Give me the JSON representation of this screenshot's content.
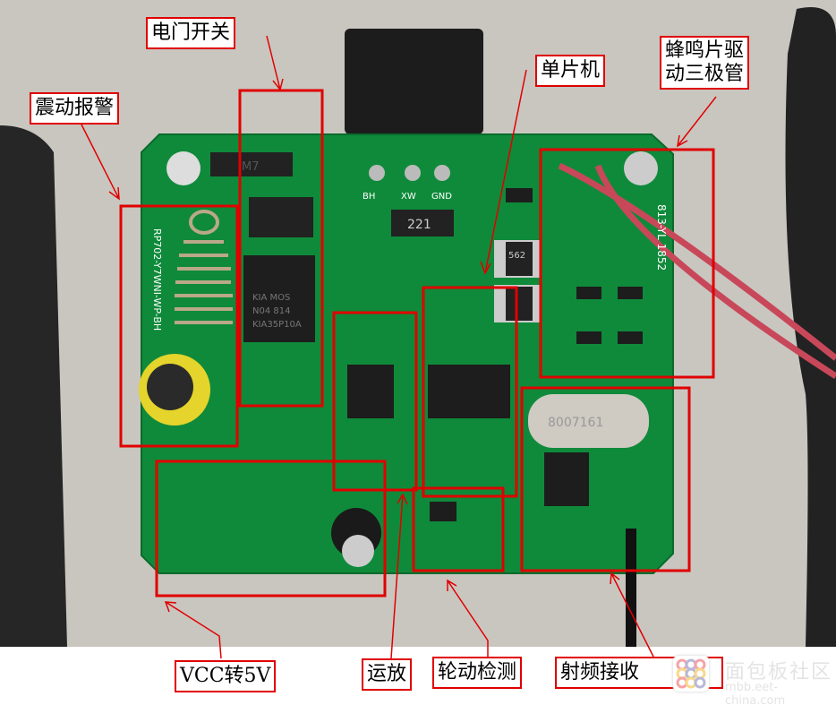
{
  "labels": {
    "power_switch": "电门开关",
    "vibration_alarm": "震动报警",
    "mcu": "单片机",
    "buzzer_driver": "蜂鸣片驱动三极管",
    "buzzer_driver_line1": "蜂鸣片驱",
    "buzzer_driver_line2": "动三极管",
    "vcc_5v": "VCC转5V",
    "op_amp": "运放",
    "wheel_detect": "轮动检测",
    "rf_receive": "射频接收"
  },
  "pcb_markings": {
    "connector_pins": [
      "BH",
      "XW",
      "GND"
    ],
    "resistor_221": "221",
    "resistor_562": "562",
    "mosfet_line1": "KIA  MOS",
    "mosfet_line2": "N04  814",
    "mosfet_line3": "KIA35P10A",
    "diode_m7": "M7",
    "board_id": "RP702-Y7WNI-WP-BH",
    "board_id_right": "813-YL  1852",
    "crystal": "8007161"
  },
  "watermark": {
    "name": "面包板社区",
    "url": "mbb.eet-china.com"
  },
  "colors": {
    "annotation": "#e00000",
    "pcb": "#0f8a3a",
    "background": "#c9c6c0"
  }
}
